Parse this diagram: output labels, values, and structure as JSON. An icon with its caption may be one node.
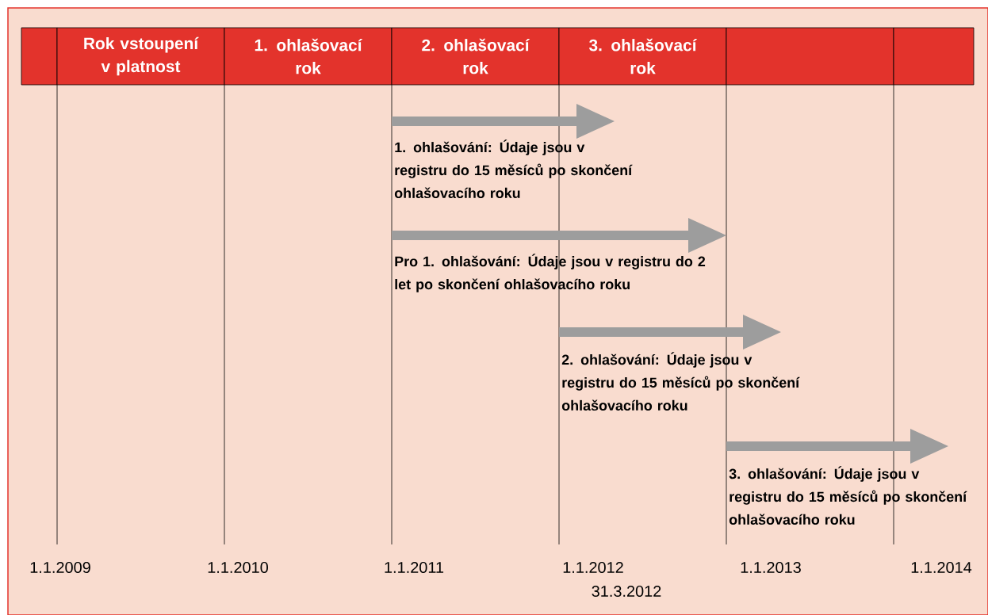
{
  "diagram": {
    "nodes": [
      {
        "text": [],
        "shape": "box"
      },
      {
        "text": [
          "Rok vstoupení v platnost"
        ]
      },
      {
        "text": [
          "1. ohlašovací rok"
        ]
      },
      {
        "text": [
          "2. ohlašovací rok"
        ]
      },
      {
        "text": [
          "3. ohlašovací rok"
        ]
      },
      {
        "text": [],
        "shape": "box"
      },
      {
        "text": [],
        "shape": "box"
      }
    ],
    "labels": [
      "1. ohlašování: Údaje jsou v registru do 15 měsíců po skončení ohlašovacího roku",
      "Pro 1. ohlašování: Údaje jsou v registru do 2 let po skončení ohlašovacího roku",
      "2. ohlašování: Údaje jsou v registru do 15 měsíců po skončení ohlašovacího roku",
      "3. ohlašování: Údaje jsou v registru do 15 měsíců po skončení ohlašovacího roku",
      "1.1.2009",
      "1.1.2010",
      "1.1.2011",
      "1.1.2012",
      "31.3.2012",
      "1.1.2013",
      "1.1.2014"
    ]
  }
}
